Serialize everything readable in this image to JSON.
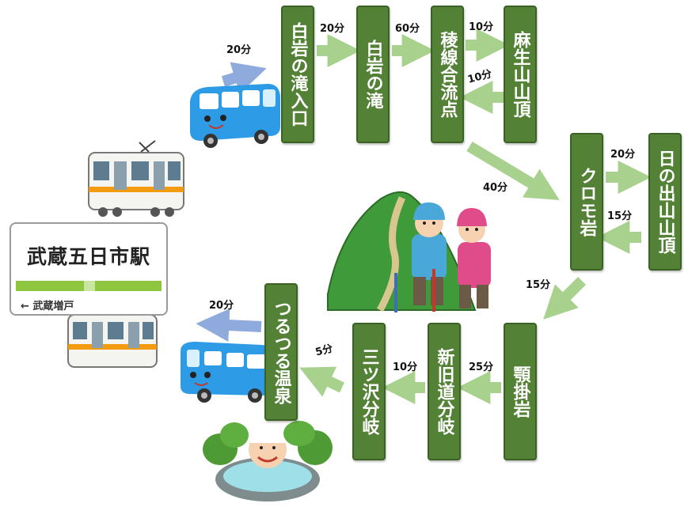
{
  "nodes": {
    "shiraiwa_iriguchi": "白岩の滝入口",
    "shiraiwa_taki": "白岩の滝",
    "ryousen_goryuten": "稜線合流点",
    "asou_sancho": "麻生山山頂",
    "kuromoiwa": "クロモ岩",
    "hinode_sancho": "日の出山山頂",
    "agokakeiwa": "顎掛岩",
    "shinkyudou_bunki": "新旧道分岐",
    "mitsuzawa_bunki": "三ツ沢分岐",
    "tsurutsuru_onsen": "つるつる温泉"
  },
  "times": {
    "bus_to_start": "20分",
    "start_to_taki": "20分",
    "taki_to_ryousen": "60分",
    "ryousen_to_asou": "10分",
    "asou_to_ryousen": "10分",
    "ryousen_to_kuromo": "40分",
    "kuromo_to_hinode": "20分",
    "hinode_to_kuromo": "15分",
    "kuromo_to_ago": "15分",
    "ago_to_shinkyu": "25分",
    "shinkyu_to_mitsu": "10分",
    "mitsu_to_onsen": "5分",
    "bus_from_onsen": "20分"
  },
  "station": {
    "name": "武蔵五日市駅",
    "direction": "← 武蔵増戸"
  },
  "colors": {
    "node_fill": "#538135",
    "arrow_green": "#a9d18e",
    "arrow_blue": "#8faadc",
    "line_green": "#8ec63f"
  },
  "illustrations": [
    "bus-icon",
    "train-icon",
    "hikers-icon",
    "mountain-icon",
    "hot-spring-icon"
  ]
}
